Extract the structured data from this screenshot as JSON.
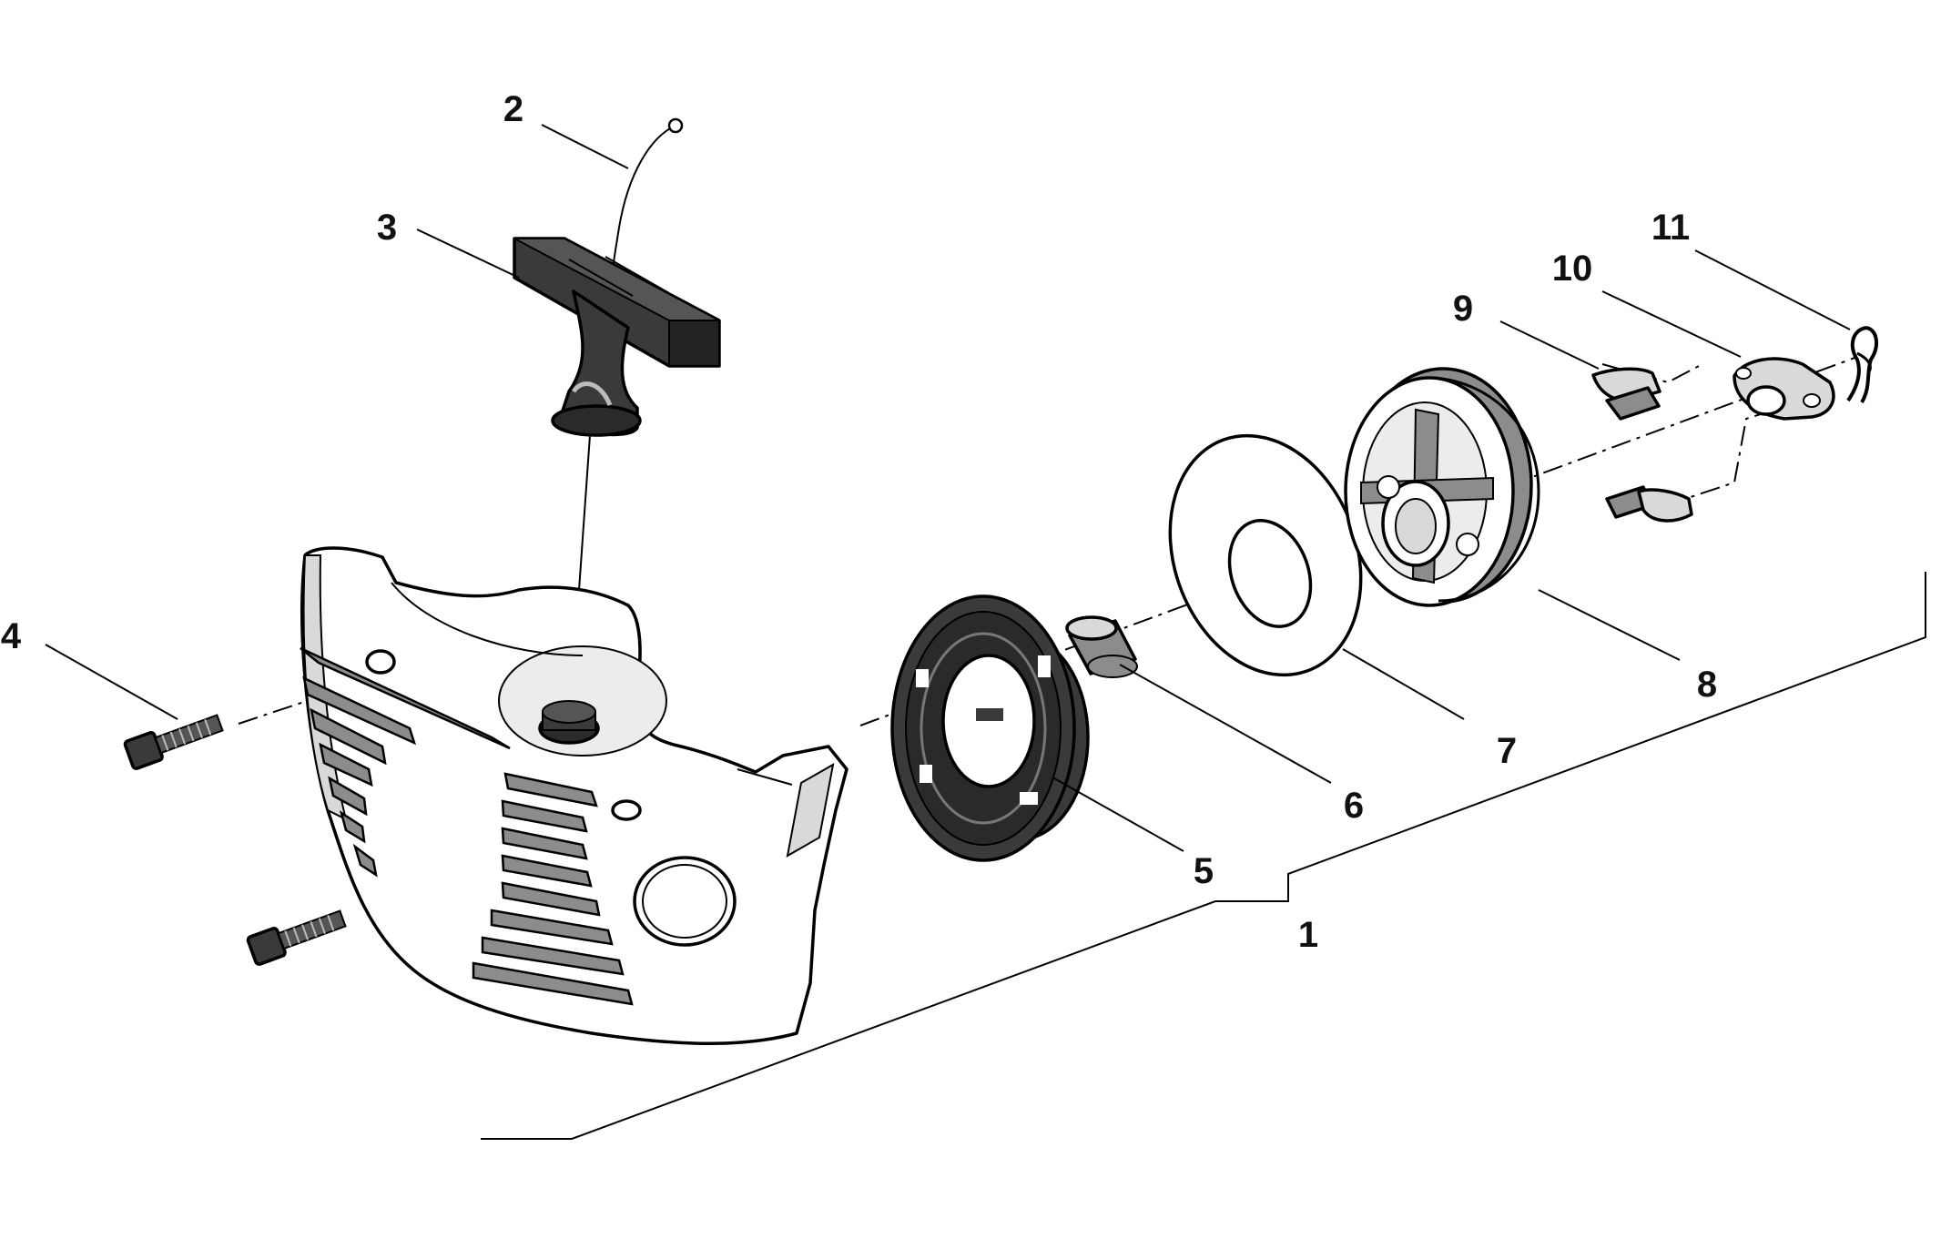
{
  "callouts": {
    "c1": "1",
    "c2": "2",
    "c3": "3",
    "c4": "4",
    "c5": "5",
    "c6": "6",
    "c7": "7",
    "c8": "8",
    "c9": "9",
    "c10": "10",
    "c11": "11"
  },
  "colors": {
    "line": "#000000",
    "dark_part": "#3a3a3a",
    "mid_gray": "#8c8c8c",
    "light_gray": "#d9d9d9",
    "background": "#ffffff"
  },
  "icons": [
    "starter-housing-icon",
    "starter-rope-icon",
    "starter-grip-icon",
    "screw-icon",
    "rewind-spring-icon",
    "bushing-icon",
    "washer-icon",
    "rope-pulley-icon",
    "pawl-icon",
    "pawl-carrier-icon",
    "spring-clip-icon"
  ]
}
